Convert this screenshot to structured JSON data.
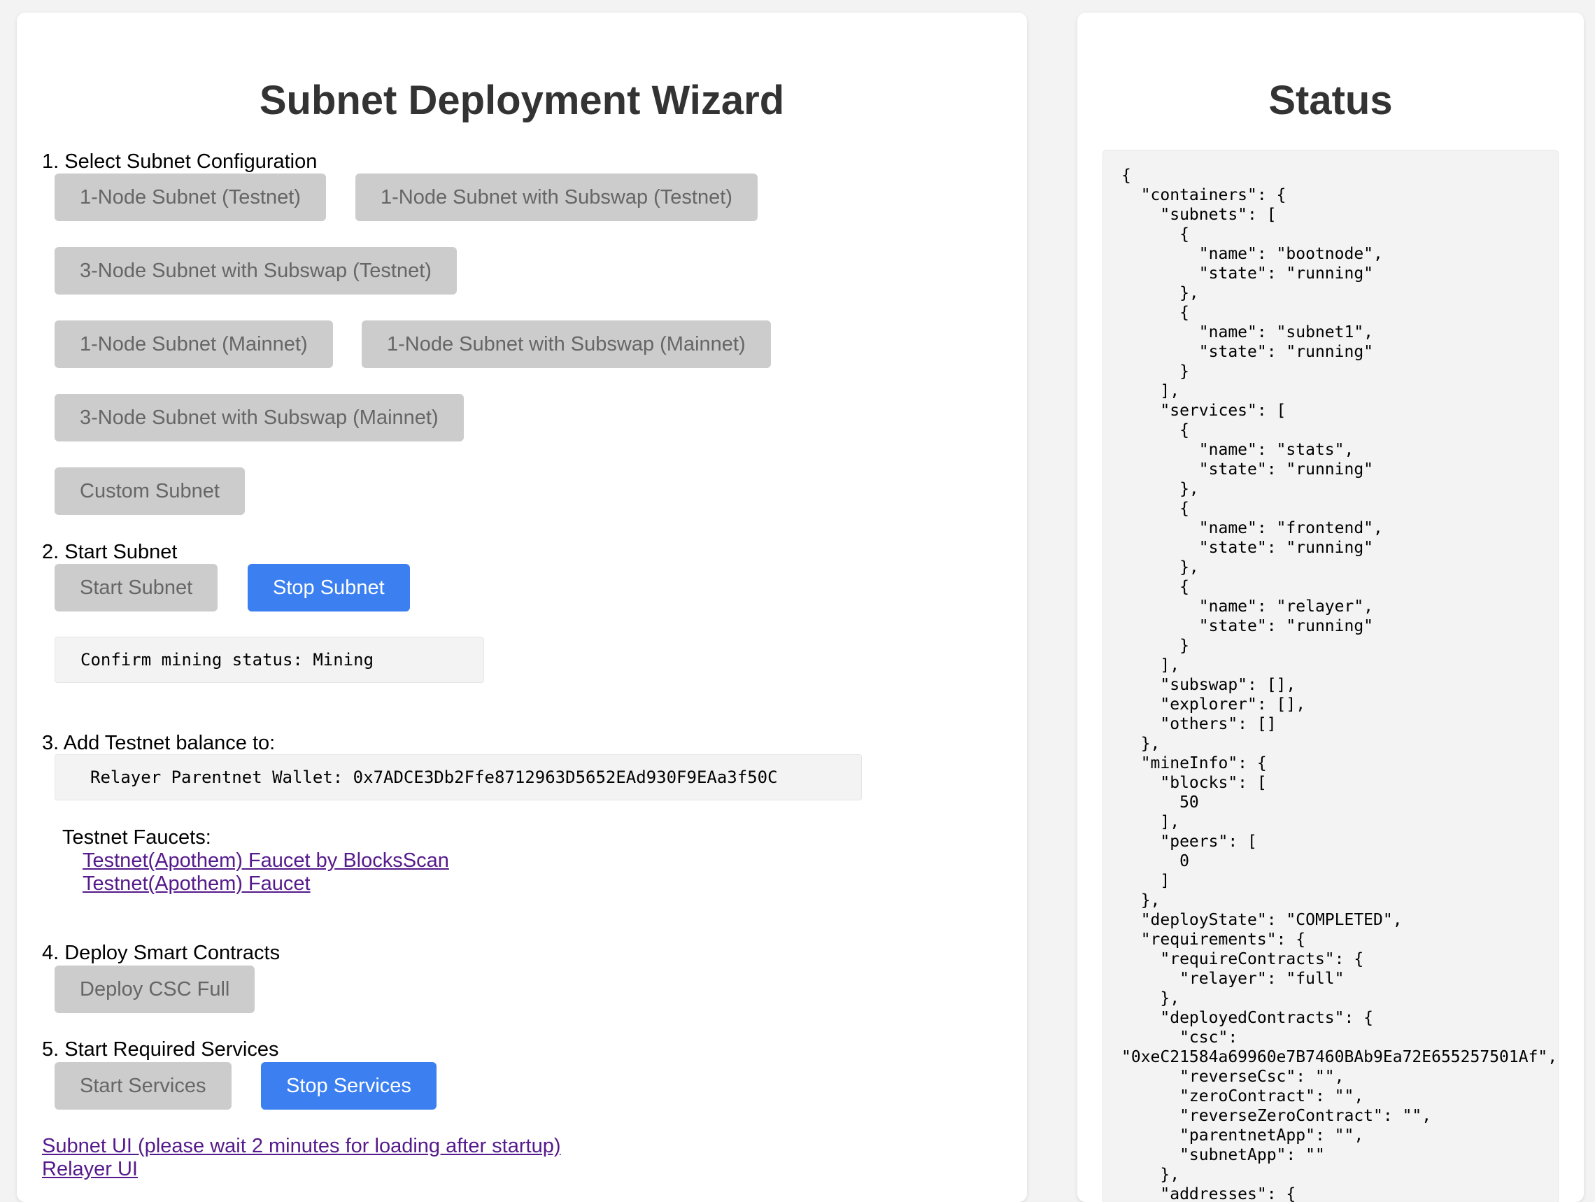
{
  "wizard": {
    "title": "Subnet Deployment Wizard",
    "step1": {
      "label": "1. Select Subnet Configuration",
      "buttons": {
        "node1_testnet": "1-Node Subnet (Testnet)",
        "node1_subswap_testnet": "1-Node Subnet with Subswap (Testnet)",
        "node3_subswap_testnet": "3-Node Subnet with Subswap (Testnet)",
        "node1_mainnet": "1-Node Subnet (Mainnet)",
        "node1_subswap_mainnet": "1-Node Subnet with Subswap (Mainnet)",
        "node3_subswap_mainnet": "3-Node Subnet with Subswap (Mainnet)",
        "custom": "Custom Subnet"
      }
    },
    "step2": {
      "label": "2. Start Subnet",
      "start_button": "Start Subnet",
      "stop_button": "Stop Subnet",
      "mining_status": "Confirm mining status: Mining"
    },
    "step3": {
      "label": "3. Add Testnet balance to:",
      "wallet": "Relayer Parentnet Wallet: 0x7ADCE3Db2Ffe8712963D5652EAd930F9EAa3f50C",
      "faucets_title": "Testnet Faucets:",
      "faucet_links": [
        "Testnet(Apothem) Faucet by BlocksScan",
        "Testnet(Apothem) Faucet"
      ]
    },
    "step4": {
      "label": "4. Deploy Smart Contracts",
      "deploy_button": "Deploy CSC Full"
    },
    "step5": {
      "label": "5. Start Required Services",
      "start_button": "Start Services",
      "stop_button": "Stop Services"
    },
    "links": {
      "subnet_ui": "Subnet UI (please wait 2 minutes for loading after startup)",
      "relayer_ui": "Relayer UI"
    }
  },
  "status": {
    "title": "Status",
    "json_text": "{\n  \"containers\": {\n    \"subnets\": [\n      {\n        \"name\": \"bootnode\",\n        \"state\": \"running\"\n      },\n      {\n        \"name\": \"subnet1\",\n        \"state\": \"running\"\n      }\n    ],\n    \"services\": [\n      {\n        \"name\": \"stats\",\n        \"state\": \"running\"\n      },\n      {\n        \"name\": \"frontend\",\n        \"state\": \"running\"\n      },\n      {\n        \"name\": \"relayer\",\n        \"state\": \"running\"\n      }\n    ],\n    \"subswap\": [],\n    \"explorer\": [],\n    \"others\": []\n  },\n  \"mineInfo\": {\n    \"blocks\": [\n      50\n    ],\n    \"peers\": [\n      0\n    ]\n  },\n  \"deployState\": \"COMPLETED\",\n  \"requirements\": {\n    \"requireContracts\": {\n      \"relayer\": \"full\"\n    },\n    \"deployedContracts\": {\n      \"csc\":\n\"0xeC21584a69960e7B7460BAb9Ea72E655257501Af\",\n      \"reverseCsc\": \"\",\n      \"zeroContract\": \"\",\n      \"reverseZeroContract\": \"\",\n      \"parentnetApp\": \"\",\n      \"subnetApp\": \"\"\n    },\n    \"addresses\": {"
  },
  "colors": {
    "primary_button": "#3b7ff0",
    "disabled_button": "#cccccc",
    "link": "#551a8b",
    "heading": "#333333"
  }
}
